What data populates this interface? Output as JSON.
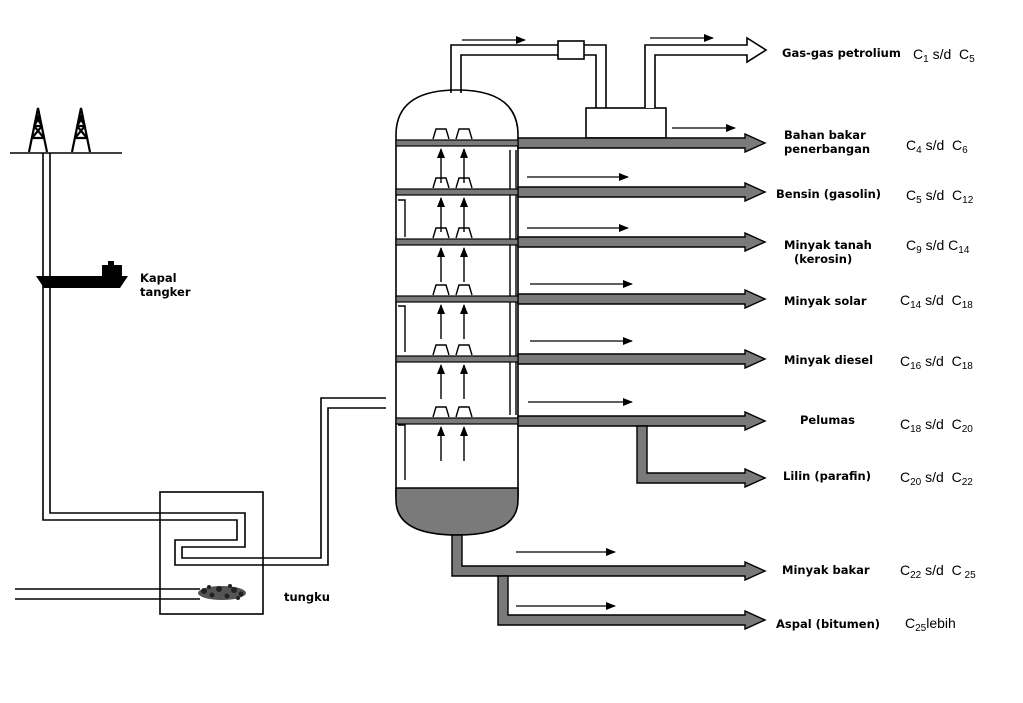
{
  "labels": {
    "ship": [
      "Kapal",
      "tangker"
    ],
    "furnace": "tungku"
  },
  "products": [
    {
      "name": [
        "Gas-gas petrolium"
      ],
      "c1": "C",
      "s1": "1",
      "sep": " s/d  ",
      "c2": "C",
      "s2": "5",
      "extra": ""
    },
    {
      "name": [
        "Bahan bakar",
        "penerbangan"
      ],
      "c1": "C",
      "s1": "4",
      "sep": " s/d  ",
      "c2": "C",
      "s2": "6",
      "extra": ""
    },
    {
      "name": [
        "Bensin  (gasolin)"
      ],
      "c1": "C",
      "s1": "5",
      "sep": " s/d  ",
      "c2": "C",
      "s2": "12",
      "extra": ""
    },
    {
      "name": [
        "Minyak tanah",
        "(kerosin)"
      ],
      "c1": "C",
      "s1": "9",
      "sep": " s/d ",
      "c2": "C",
      "s2": "14",
      "extra": ""
    },
    {
      "name": [
        "Minyak solar"
      ],
      "c1": "C",
      "s1": "14",
      "sep": " s/d  ",
      "c2": "C",
      "s2": "18",
      "extra": ""
    },
    {
      "name": [
        "Minyak diesel"
      ],
      "c1": "C",
      "s1": "16",
      "sep": " s/d  ",
      "c2": "C",
      "s2": "18",
      "extra": ""
    },
    {
      "name": [
        "Pelumas"
      ],
      "c1": "C",
      "s1": "18",
      "sep": " s/d  ",
      "c2": "C",
      "s2": "20",
      "extra": ""
    },
    {
      "name": [
        "Lilin    (parafin)"
      ],
      "c1": "C",
      "s1": "20",
      "sep": " s/d  ",
      "c2": "C",
      "s2": "22",
      "extra": ""
    },
    {
      "name": [
        "Minyak bakar"
      ],
      "c1": "C",
      "s1": "22",
      "sep": " s/d  ",
      "c2": "C",
      "s2": " 25",
      "extra": ""
    },
    {
      "name": [
        "Aspal   (bitumen)"
      ],
      "c1": "C",
      "s1": "25",
      "sep": "",
      "c2": "",
      "s2": "",
      "extra": "lebih"
    }
  ],
  "colors": {
    "line": "#000000",
    "pipe": "#7a7a7a",
    "residue": "#7a7a7a",
    "background": "#ffffff"
  }
}
